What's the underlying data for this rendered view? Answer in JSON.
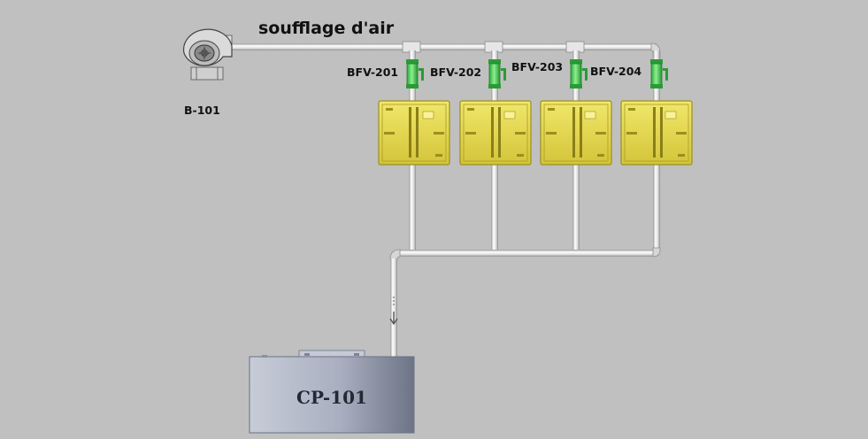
{
  "diagram": {
    "title": "soufflage d'air",
    "blower": {
      "tag": "B-101",
      "icon": "blower-fan-icon"
    },
    "valves": [
      {
        "tag": "BFV-201",
        "color": "#3fc24a"
      },
      {
        "tag": "BFV-202",
        "color": "#3fc24a"
      },
      {
        "tag": "BFV-203",
        "color": "#3fc24a"
      },
      {
        "tag": "BFV-204",
        "color": "#3fc24a"
      }
    ],
    "units": {
      "count": 4,
      "color": "#e6d84c",
      "icon": "filter-unit-icon"
    },
    "tank": {
      "tag": "CP-101",
      "color": "#a4abbc"
    },
    "pipe_color": "#e8e8e8",
    "background": "#c0c0c0"
  }
}
